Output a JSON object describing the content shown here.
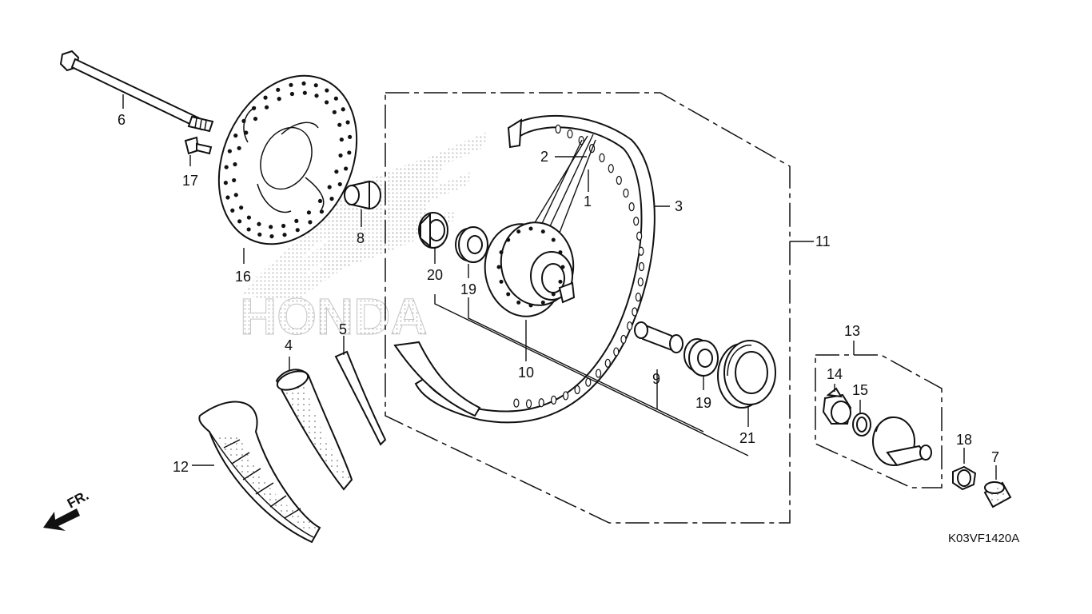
{
  "callouts": [
    {
      "id": "p1",
      "text": "1"
    },
    {
      "id": "p2",
      "text": "2"
    },
    {
      "id": "p3",
      "text": "3"
    },
    {
      "id": "p4",
      "text": "4"
    },
    {
      "id": "p5",
      "text": "5"
    },
    {
      "id": "p6",
      "text": "6"
    },
    {
      "id": "p7",
      "text": "7"
    },
    {
      "id": "p8",
      "text": "8"
    },
    {
      "id": "p9",
      "text": "9"
    },
    {
      "id": "p10",
      "text": "10"
    },
    {
      "id": "p11",
      "text": "11"
    },
    {
      "id": "p12",
      "text": "12"
    },
    {
      "id": "p13",
      "text": "13"
    },
    {
      "id": "p14",
      "text": "14"
    },
    {
      "id": "p15",
      "text": "15"
    },
    {
      "id": "p16",
      "text": "16"
    },
    {
      "id": "p17",
      "text": "17"
    },
    {
      "id": "p18",
      "text": "18"
    },
    {
      "id": "p19a",
      "text": "19"
    },
    {
      "id": "p19b",
      "text": "19"
    },
    {
      "id": "p20",
      "text": "20"
    },
    {
      "id": "p21",
      "text": "21"
    }
  ],
  "diagram_code": "K03VF1420A",
  "direction_label": "FR.",
  "watermark": "HONDA"
}
